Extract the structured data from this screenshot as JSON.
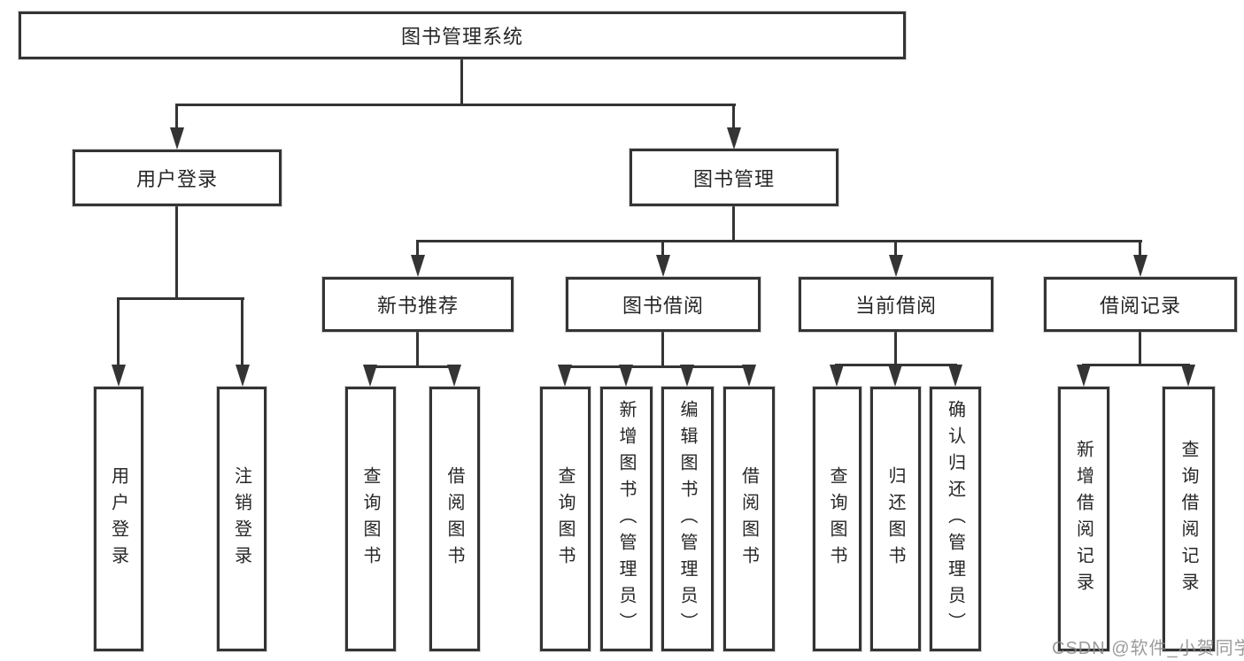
{
  "diagram": {
    "root": {
      "label": "图书管理系统"
    },
    "level2": [
      {
        "label": "用户登录"
      },
      {
        "label": "图书管理"
      }
    ],
    "level3": [
      {
        "label": "新书推荐"
      },
      {
        "label": "图书借阅"
      },
      {
        "label": "当前借阅"
      },
      {
        "label": "借阅记录"
      }
    ],
    "leaves": {
      "login": [
        "用户登录",
        "注销登录"
      ],
      "recommend": [
        "查询图书",
        "借阅图书"
      ],
      "borrow": [
        "查询图书",
        "新增图书（管理员）",
        "编辑图书（管理员）",
        "借阅图书"
      ],
      "current": [
        "查询图书",
        "归还图书",
        "确认归还（管理员）"
      ],
      "records": [
        "新增借阅记录",
        "查询借阅记录"
      ]
    }
  },
  "watermark": {
    "text": "CSDN @软件_小贺同学"
  },
  "colors": {
    "line": "#343434",
    "text": "#262626",
    "background": "#ffffff",
    "watermark": "#8a8a8a"
  }
}
